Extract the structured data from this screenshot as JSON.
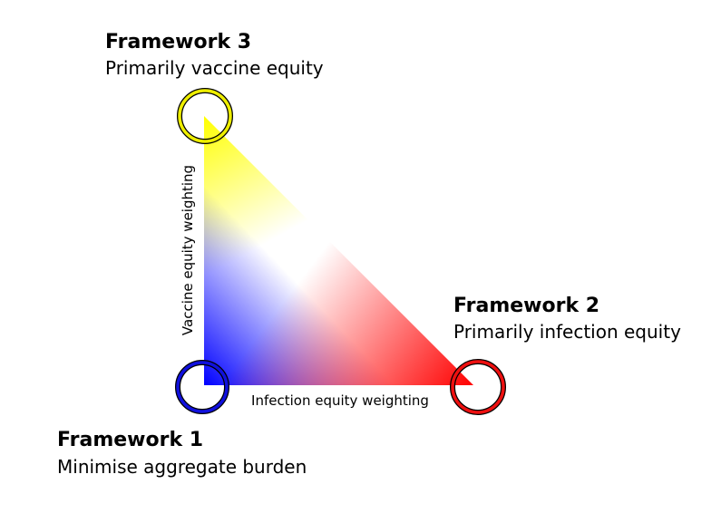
{
  "frameworks": [
    {
      "title": "Framework 1",
      "subtitle": "Minimise aggregate burden",
      "color": "#0000cc",
      "fill": "#0000ff"
    },
    {
      "title": "Framework 2",
      "subtitle": "Primarily infection equity",
      "color": "#cc0000",
      "fill": "#ff0000"
    },
    {
      "title": "Framework 3",
      "subtitle": "Primarily vaccine equity",
      "color": "#cccc00",
      "fill": "#ffff00"
    }
  ],
  "axes": {
    "horizontal": "Infection equity weighting",
    "vertical": "Vaccine equity weighting"
  }
}
